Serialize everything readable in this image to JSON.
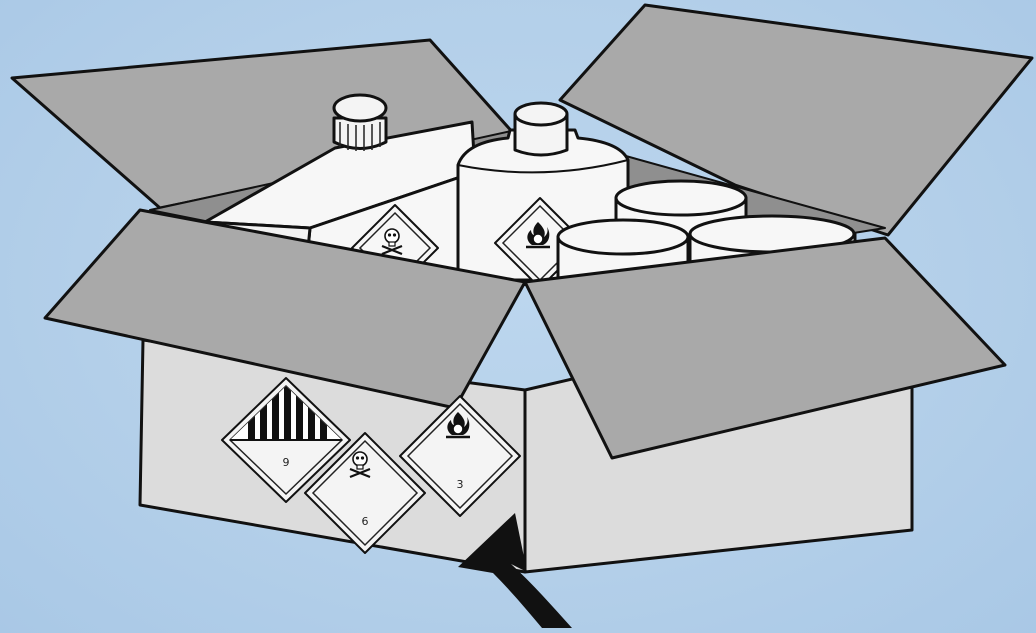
{
  "scene": {
    "background_color": "#b7d1ea",
    "box_face_color": "#dcdcdc",
    "flap_color": "#a9a9a9",
    "bottle_color": "#f7f7f7",
    "outline_color": "#111111",
    "labels": [
      {
        "icon": "hazard-diamond-class9-stripes",
        "number": "9"
      },
      {
        "icon": "hazard-diamond-toxic-skull",
        "number": "6"
      },
      {
        "icon": "hazard-diamond-flammable-flame",
        "number": "3"
      }
    ],
    "contents": [
      "jerrycan-with-cap",
      "bottle-with-cap",
      "round-tins"
    ],
    "arrow": "curved-arrow-pointing-up"
  }
}
